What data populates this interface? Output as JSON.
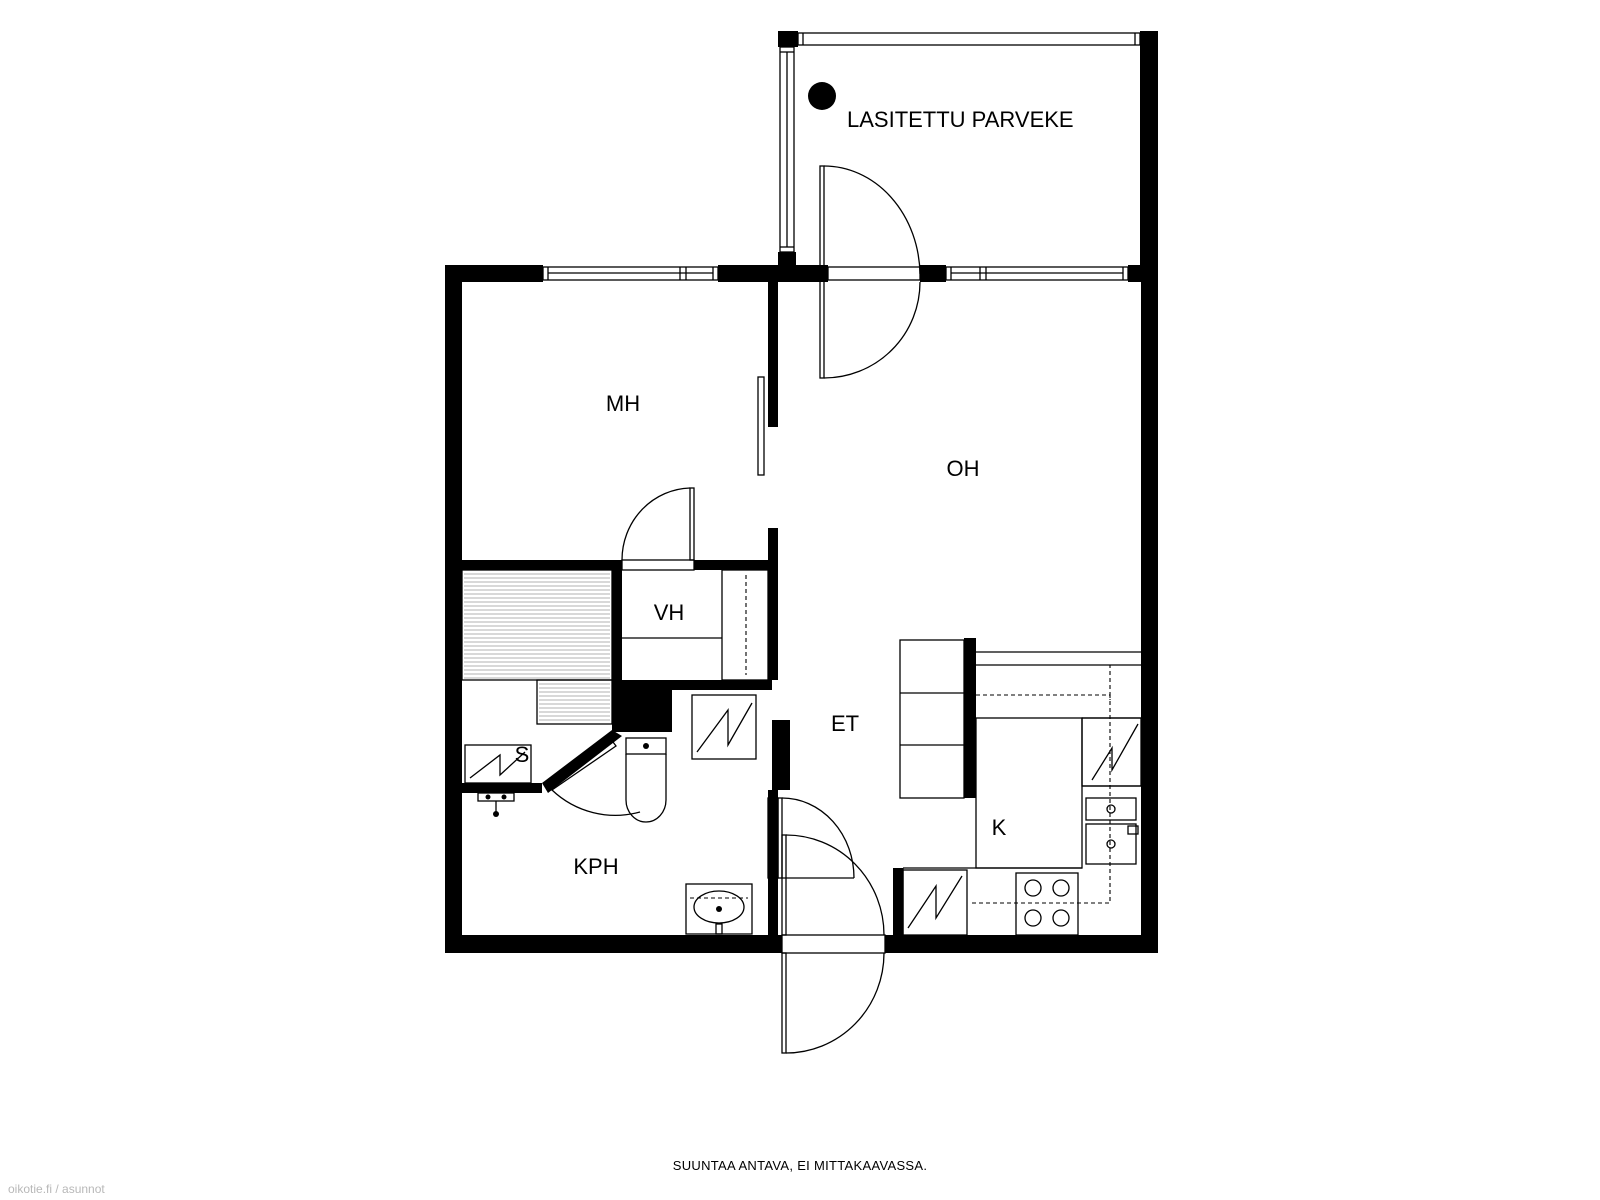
{
  "rooms": {
    "balcony": "LASITETTU PARVEKE",
    "bedroom": "MH",
    "living": "OH",
    "closet": "VH",
    "hall": "ET",
    "sauna": "S",
    "bathroom": "KPH",
    "kitchen": "K"
  },
  "footer": {
    "disclaimer": "SUUNTAA ANTAVA, EI MITTAKAAVASSA.",
    "watermark": "oikotie.fi / asunnot"
  },
  "colors": {
    "wall": "#000000",
    "line": "#000000",
    "watermark": "#b8b8b8"
  }
}
